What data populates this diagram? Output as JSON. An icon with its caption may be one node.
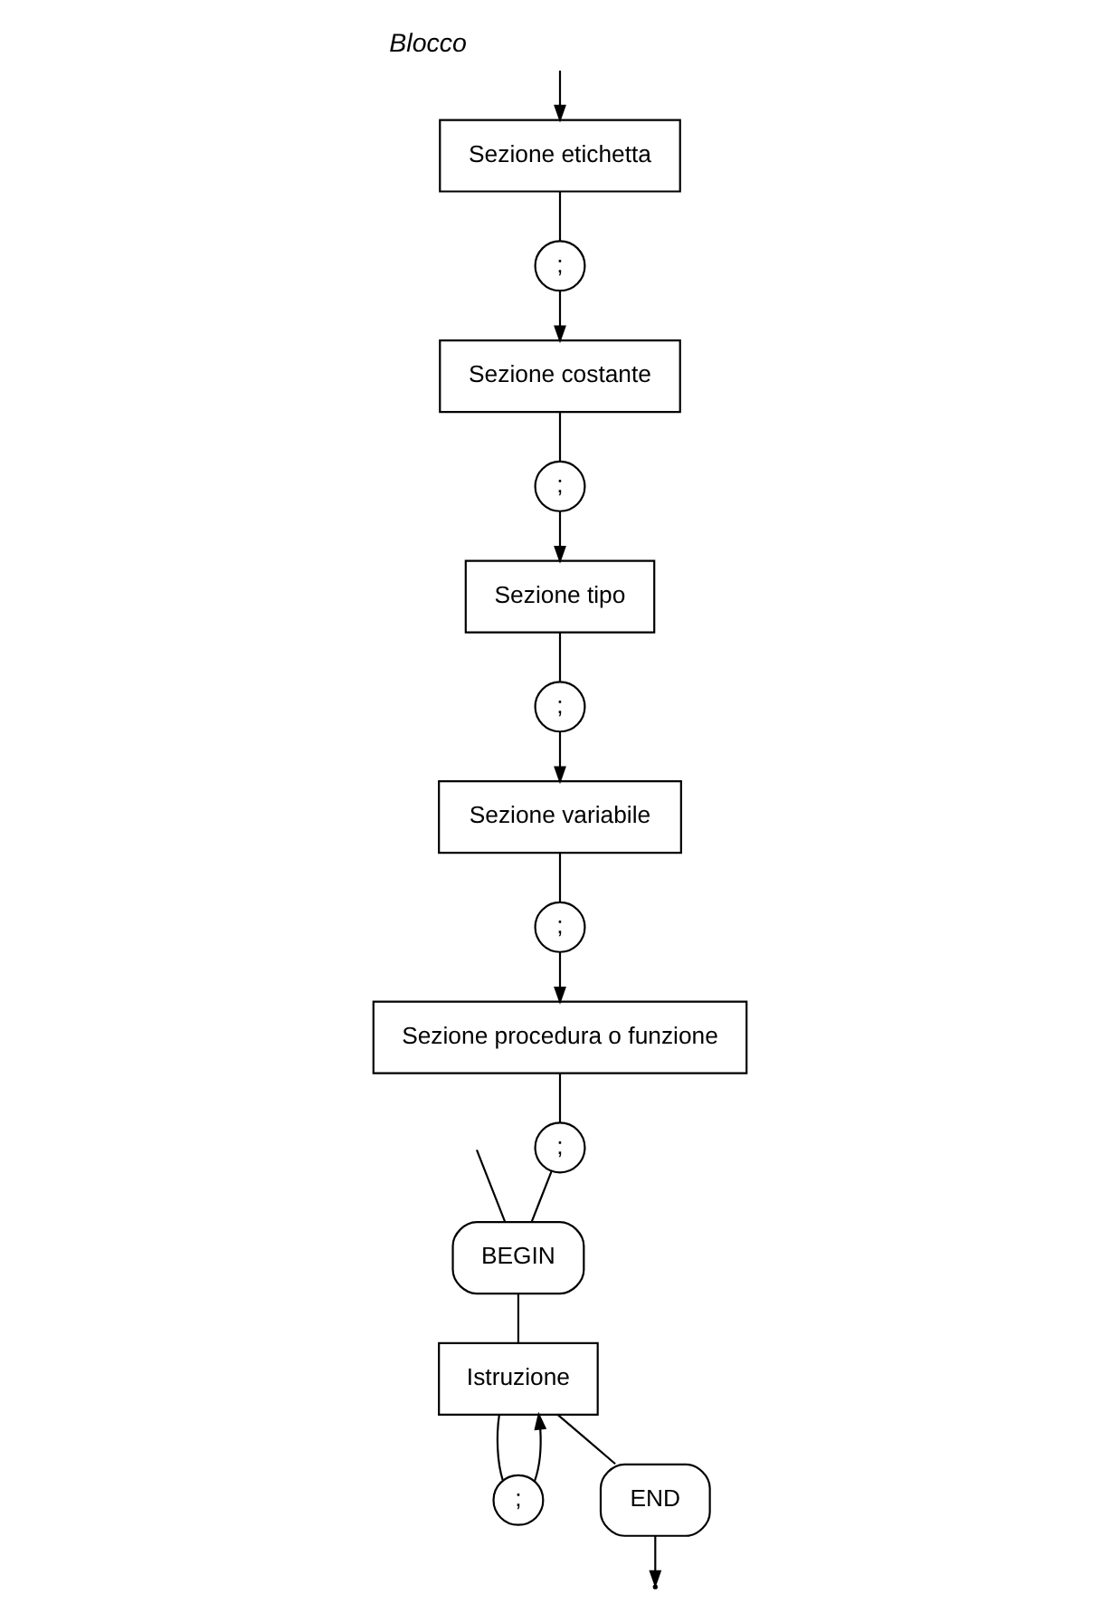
{
  "diagram": {
    "title": "Blocco",
    "nodes": [
      {
        "text": [
          "Sezione etichetta"
        ]
      },
      {
        "text": [
          ";"
        ]
      },
      {
        "text": [
          "Sezione costante"
        ]
      },
      {
        "text": [
          ";"
        ]
      },
      {
        "text": [
          "Sezione tipo"
        ]
      },
      {
        "text": [
          ";"
        ]
      },
      {
        "text": [
          "Sezione variabile"
        ]
      },
      {
        "text": [
          ";"
        ]
      },
      {
        "text": [
          "Sezione procedura o funzione"
        ]
      },
      {
        "text": [
          ";"
        ]
      },
      {
        "text": [
          "BEGIN"
        ]
      },
      {
        "text": [
          "Istruzione"
        ]
      },
      {
        "text": [
          ";"
        ]
      },
      {
        "text": [
          "END"
        ]
      }
    ],
    "edges": [
      {
        "from": null,
        "to": 0,
        "arrow": "to"
      },
      {
        "from": 0,
        "to": 1,
        "arrow": "none"
      },
      {
        "from": 1,
        "to": 2,
        "arrow": "to"
      },
      {
        "from": 2,
        "to": 3,
        "arrow": "none"
      },
      {
        "from": 3,
        "to": 4,
        "arrow": "to"
      },
      {
        "from": 4,
        "to": 5,
        "arrow": "none"
      },
      {
        "from": 5,
        "to": 6,
        "arrow": "to"
      },
      {
        "from": 6,
        "to": 7,
        "arrow": "none"
      },
      {
        "from": 7,
        "to": 8,
        "arrow": "to"
      },
      {
        "from": 8,
        "to": 9,
        "arrow": "none"
      },
      {
        "from": 9,
        "to": 10,
        "arrow": "none"
      },
      {
        "from": null,
        "to": 10,
        "arrow": "none"
      },
      {
        "from": 10,
        "to": 11,
        "arrow": "none"
      },
      {
        "from": 11,
        "to": 12,
        "arrow": "none"
      },
      {
        "from": 12,
        "to": 11,
        "arrow": "to"
      },
      {
        "from": 11,
        "to": 13,
        "arrow": "none"
      },
      {
        "from": 13,
        "to": null,
        "arrow": "to"
      }
    ]
  }
}
